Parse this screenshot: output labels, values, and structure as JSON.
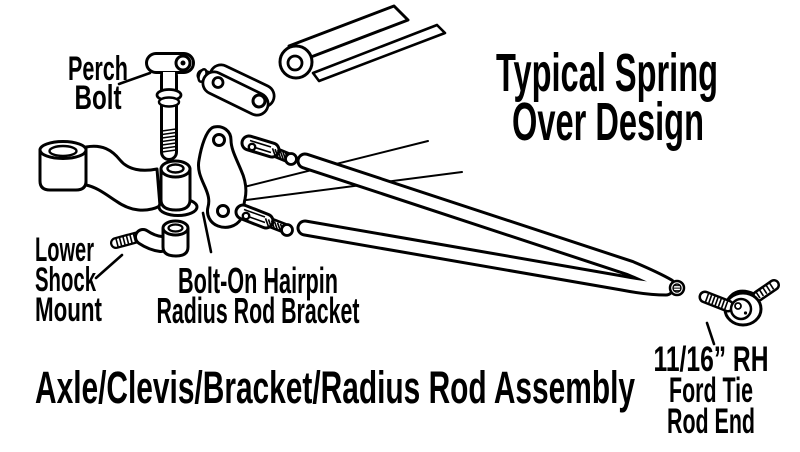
{
  "title": "Axle/Clevis/Bracket/Radius Rod Assembly",
  "heading": {
    "line1": "Typical Spring",
    "line2": "Over Design"
  },
  "labels": {
    "perch_bolt": {
      "line1": "Perch",
      "line2": "Bolt"
    },
    "lower_shock_mount": {
      "line1": "Lower",
      "line2": "Shock",
      "line3": "Mount"
    },
    "bracket": {
      "line1": "Bolt-On Hairpin",
      "line2": "Radius Rod Bracket"
    },
    "tie_rod_end": {
      "line1": "11/16” RH",
      "line2": "Ford Tie",
      "line3": "Rod End"
    }
  },
  "colors": {
    "ink": "#000000",
    "background": "#ffffff"
  }
}
